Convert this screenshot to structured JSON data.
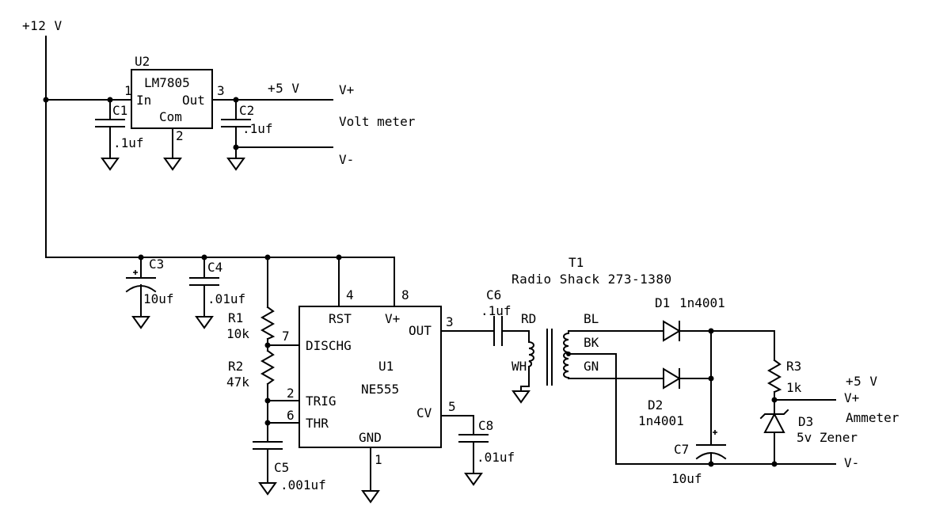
{
  "title": "",
  "supply": {
    "rail12": "+12 V",
    "rail5_top": "+5 V",
    "rail5_ammeter": "+5 V"
  },
  "voltmeter": {
    "vplus": "V+",
    "label": "Volt meter",
    "vminus": "V-"
  },
  "ammeter": {
    "vplus": "V+",
    "label": "Ammeter",
    "vminus": "V-"
  },
  "regulator": {
    "ref": "U2",
    "part": "LM7805",
    "pin_in": "In",
    "pin_out": "Out",
    "pin_com": "Com",
    "pin1": "1",
    "pin2": "2",
    "pin3": "3"
  },
  "timer": {
    "ref": "U1",
    "part": "NE555",
    "pins": {
      "rst": "RST",
      "vplus": "V+",
      "out": "OUT",
      "dischg": "DISCHG",
      "trig": "TRIG",
      "thr": "THR",
      "cv": "CV",
      "gnd": "GND"
    },
    "pin_numbers": {
      "p4": "4",
      "p8": "8",
      "p3": "3",
      "p7": "7",
      "p2": "2",
      "p6": "6",
      "p5": "5",
      "p1": "1"
    }
  },
  "transformer": {
    "ref": "T1",
    "part": "Radio Shack 273-1380",
    "rd": "RD",
    "wh": "WH",
    "bl": "BL",
    "bk": "BK",
    "gn": "GN"
  },
  "capacitors": [
    {
      "ref": "C1",
      "value": ".1uf"
    },
    {
      "ref": "C2",
      "value": ".1uf"
    },
    {
      "ref": "C3",
      "value": "10uf"
    },
    {
      "ref": "C4",
      "value": ".01uf"
    },
    {
      "ref": "C5",
      "value": ".001uf"
    },
    {
      "ref": "C6",
      "value": ".1uf"
    },
    {
      "ref": "C7",
      "value": "10uf"
    },
    {
      "ref": "C8",
      "value": ".01uf"
    }
  ],
  "resistors": [
    {
      "ref": "R1",
      "value": "10k"
    },
    {
      "ref": "R2",
      "value": "47k"
    },
    {
      "ref": "R3",
      "value": "1k"
    }
  ],
  "diodes": [
    {
      "ref": "D1",
      "value": "1n4001"
    },
    {
      "ref": "D2",
      "value": "1n4001"
    },
    {
      "ref": "D3",
      "value": "5v Zener"
    }
  ],
  "polarity_mark": "+"
}
